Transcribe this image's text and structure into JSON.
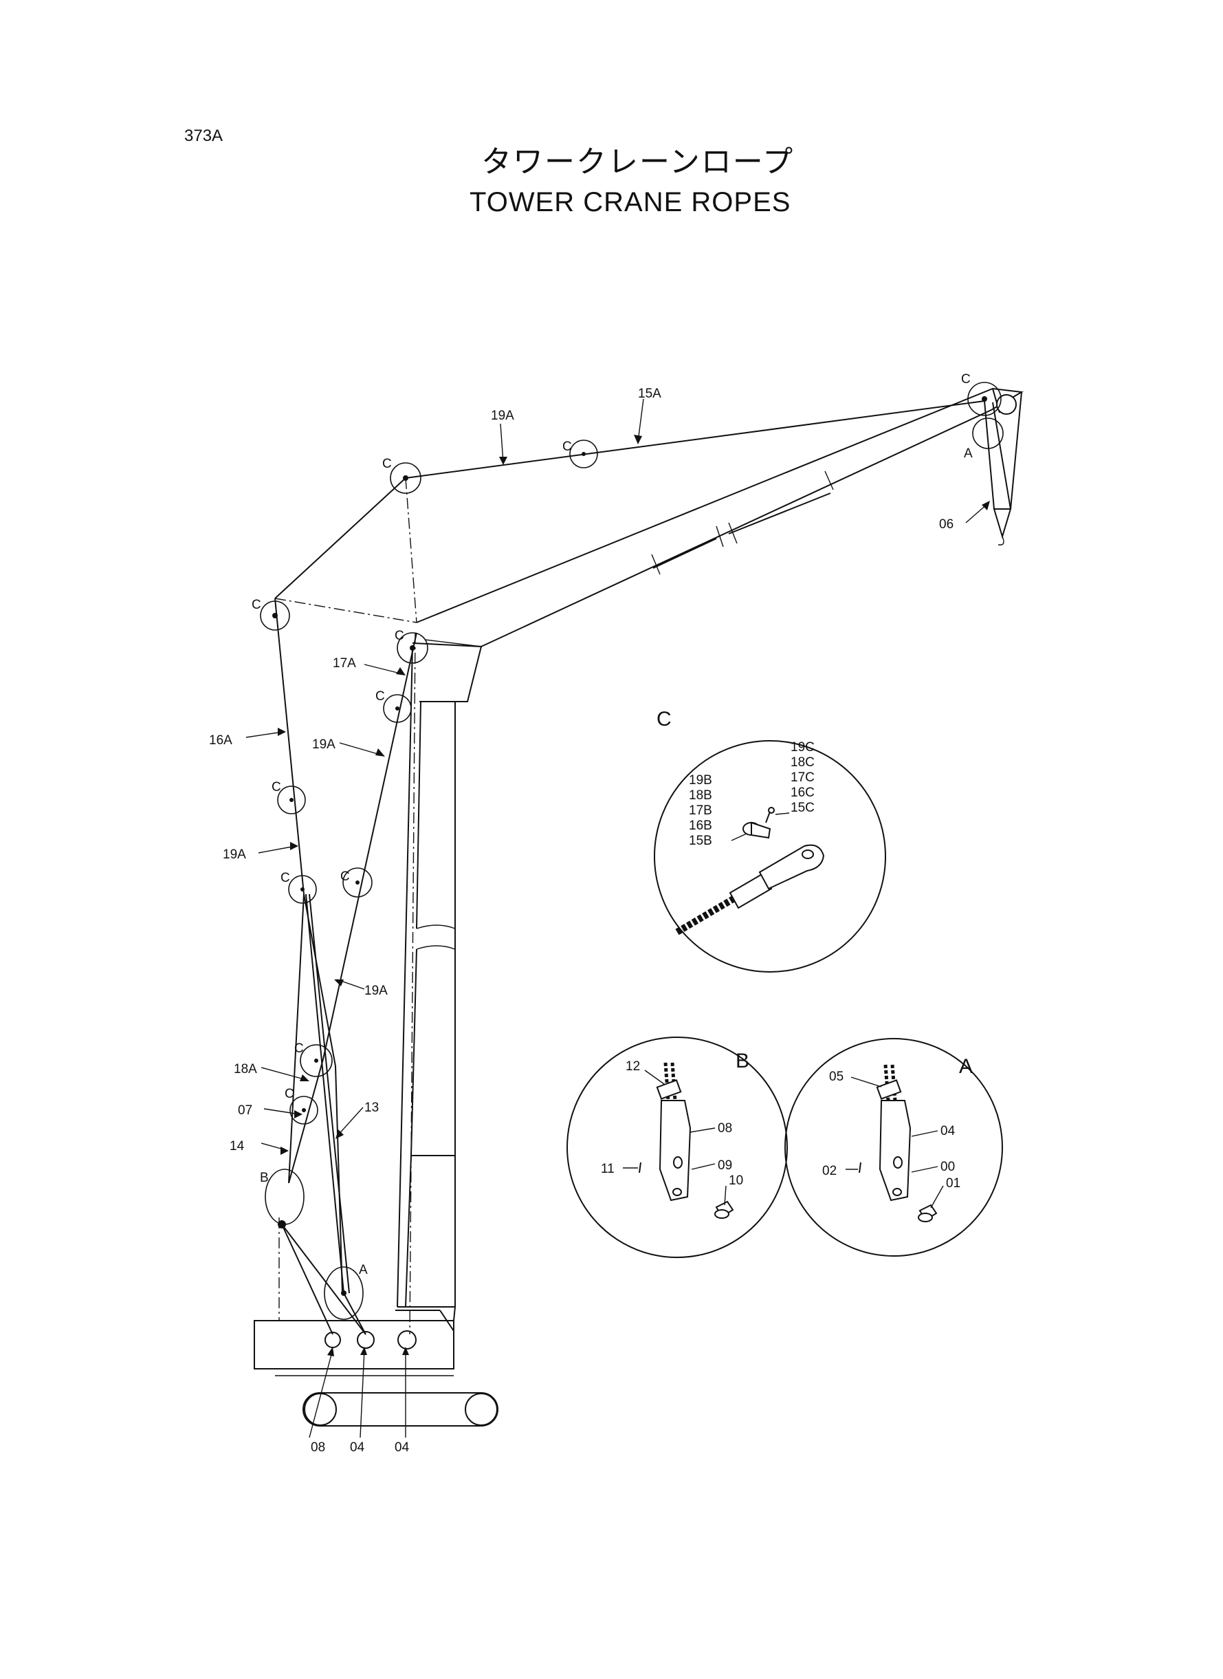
{
  "page_code": "373A",
  "title_jp": "タワークレーンロープ",
  "title_en": "TOWER CRANE ROPES",
  "detail_views": {
    "c": "C",
    "b": "B",
    "a": "A"
  },
  "main_labels": {
    "l15a": "15A",
    "l19a_top": "19A",
    "l06": "06",
    "l17a": "17A",
    "l16a": "16A",
    "l19a_mid": "19A",
    "l19a_left": "19A",
    "l19a_low": "19A",
    "l18a": "18A",
    "l07": "07",
    "l13": "13",
    "l14": "14",
    "l08_bottom": "08",
    "l04_bottom_1": "04",
    "l04_bottom_2": "04"
  },
  "circle_markers": {
    "c1": "C",
    "c2": "C",
    "c3": "C",
    "c4": "C",
    "c5": "C",
    "c6": "C",
    "c7": "C",
    "c8": "C",
    "c9": "C",
    "c10": "C",
    "c11": "C",
    "a_top": "A",
    "a_low": "A",
    "b_low": "B"
  },
  "detail_c_labels": {
    "l19c": "19C",
    "l18c": "18C",
    "l17c": "17C",
    "l16c": "16C",
    "l15c": "15C",
    "l19b": "19B",
    "l18b": "18B",
    "l17b": "17B",
    "l16b": "16B",
    "l15b": "15B"
  },
  "detail_b_labels": {
    "l12": "12",
    "l08": "08",
    "l11": "11",
    "l09": "09",
    "l10": "10"
  },
  "detail_a_labels": {
    "l05": "05",
    "l04": "04",
    "l02": "02",
    "l00": "00",
    "l01": "01"
  }
}
